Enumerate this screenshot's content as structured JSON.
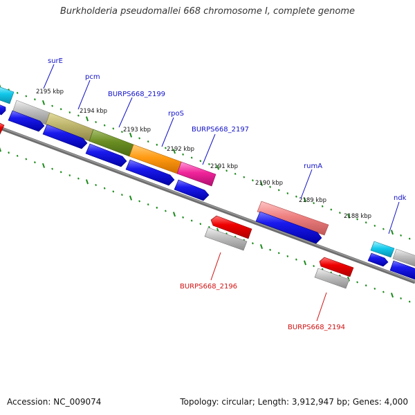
{
  "title": "Burkholderia pseudomallei 668 chromosome I, complete genome",
  "footer": {
    "accession": "Accession: NC_009074",
    "summary": "Topology: circular; Length: 3,912,947 bp; Genes: 4,000"
  },
  "colors": {
    "backbone": "#777777",
    "ticks": "#1a8a1a",
    "forward_label": "#1010c8",
    "reverse_label": "#d01010",
    "cds_blue": "#1a1aee",
    "rna_red": "#ee0000",
    "pseudo_gray": "#b8b8b8"
  },
  "ruler": [
    {
      "label": "2195 kbp"
    },
    {
      "label": "2194 kbp"
    },
    {
      "label": "2193 kbp"
    },
    {
      "label": "2192 kbp"
    },
    {
      "label": "2191 kbp"
    },
    {
      "label": "2190 kbp"
    },
    {
      "label": "2189 kbp"
    },
    {
      "label": "2188 kbp"
    }
  ],
  "gene_labels_forward": [
    {
      "name": "surE"
    },
    {
      "name": "pcm"
    },
    {
      "name": "BURPS668_2199"
    },
    {
      "name": "rpoS"
    },
    {
      "name": "BURPS668_2197"
    },
    {
      "name": "rumA"
    },
    {
      "name": "ndk"
    }
  ],
  "gene_labels_reverse": [
    {
      "name": "BURPS668_2196"
    },
    {
      "name": "BURPS668_2194"
    }
  ]
}
